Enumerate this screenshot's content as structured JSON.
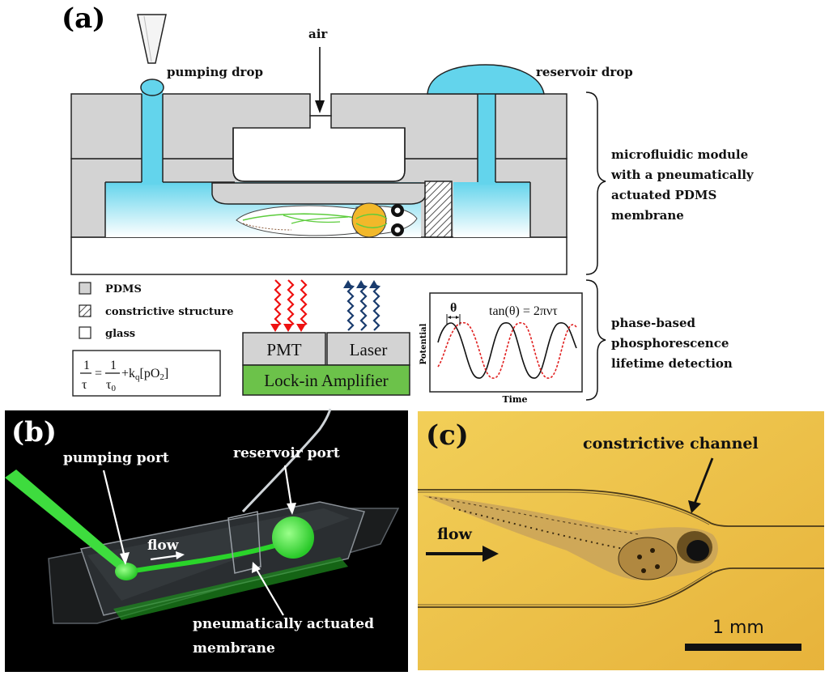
{
  "panel_a": {
    "label": "(a)",
    "pumping_drop": "pumping drop",
    "air": "air",
    "reservoir_drop": "reservoir drop",
    "module_desc": [
      "microfluidic module",
      "with a pneumatically",
      "actuated PDMS",
      "membrane"
    ],
    "detection_desc": [
      "phase-based",
      "phosphorescence",
      "lifetime detection"
    ],
    "legend": [
      "PDMS",
      "constrictive structure",
      "glass"
    ],
    "pmt": "PMT",
    "laser": "Laser",
    "amplifier": "Lock-in Amplifier",
    "graph_theta": "θ",
    "graph_equation": "tan(θ) = 2πντ",
    "graph_ylabel": "Potential",
    "graph_xlabel": "Time",
    "colors": {
      "pdms": "#d3d3d3",
      "fluid": "#63d4ec",
      "red_signal": "#ee1111",
      "blue_signal": "#1a3c6e",
      "amplifier": "#6cc24a"
    }
  },
  "panel_b": {
    "label": "(b)",
    "pumping_port": "pumping port",
    "reservoir_port": "reservoir port",
    "flow": "flow",
    "membrane": [
      "pneumatically actuated",
      "membrane"
    ]
  },
  "panel_c": {
    "label": "(c)",
    "channel": "constrictive channel",
    "flow": "flow",
    "scale": "1 mm"
  }
}
